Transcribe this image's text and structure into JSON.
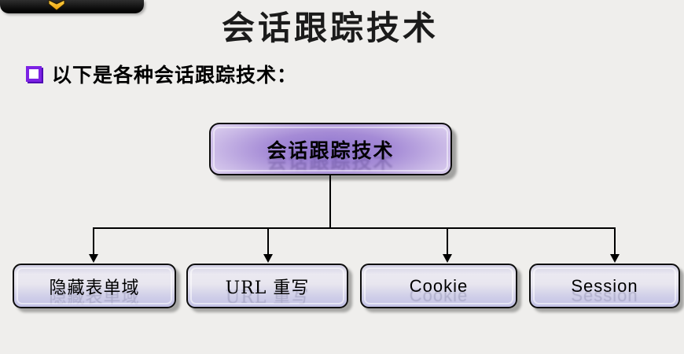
{
  "slide": {
    "title": "会话跟踪技术",
    "bullet": {
      "text": "以下是各种会话跟踪技术：",
      "marker_color": "#7c22e4"
    },
    "background_color": "#efeeec"
  },
  "banner": {
    "color": "#0a0a0a",
    "chevron_icon": "chevron-down",
    "chevron_color": "#f5b312"
  },
  "diagram": {
    "type": "tree",
    "root": {
      "label": "会话跟踪技术",
      "fill_center": "#8e74ce",
      "fill_edge": "#e7def4"
    },
    "children": [
      {
        "label": "隐藏表单域"
      },
      {
        "label": "URL 重写"
      },
      {
        "label": "Cookie"
      },
      {
        "label": "Session"
      }
    ],
    "leaf_fill_top": "#d2d0e4",
    "leaf_fill_bottom": "#c2c1e5",
    "connector_color": "#000000",
    "border_color": "#0d0d0d"
  }
}
